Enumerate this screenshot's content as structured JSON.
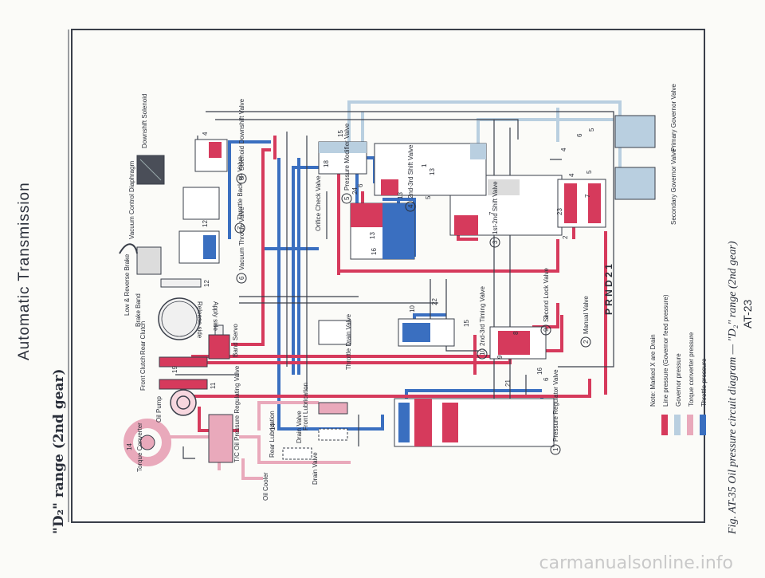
{
  "page": {
    "header_title": "Automatic Transmission",
    "section_title": "\"D₂\" range (2nd gear)",
    "fig_caption": "Fig. AT-35  Oil pressure circuit diagram — \"D₂\" range (2nd gear)",
    "page_number": "AT-23",
    "watermark": "carmanualsonline.info"
  },
  "colors": {
    "line_pressure": "#d63a5c",
    "governor_pressure": "#b9cfe0",
    "torque_converter_pressure": "#e9a9bb",
    "throttle_pressure": "#3a6fc0",
    "drain": "#3a3f4a",
    "frame": "#3a3f4a"
  },
  "components": {
    "torque_converter": "Torque Converter",
    "oil_pump": "Oil Pump",
    "front_clutch": "Front Clutch",
    "rear_clutch": "Rear Clutch",
    "brake_band": "Brake Band",
    "low_reverse_brake": "Low & Reverse Brake",
    "band_servo": "Band Servo",
    "apply_side": "Apply side",
    "release_side": "Release side",
    "vacuum_diaphragm": "Vacuum Control Diaphragm",
    "downshift_solenoid": "Downshift Solenoid",
    "tc_regulating_valve": "T/C Oil Pressure Regulating Valve",
    "rear_lubrication": "Rear Lubrication",
    "front_lubrication": "Front Lubrication",
    "drain_valve_1": "Drain Valve",
    "drain_valve_2": "Drain Valve",
    "oil_cooler": "Oil Cooler",
    "throttle_drain_valve": "Throttle Drain Valve",
    "orifice_check_valve": "Orifice Check Valve",
    "secondary_governor": "Secondary Governor Valve",
    "primary_governor": "Primary Governor Valve",
    "prnd21": "P R N D 2 1"
  },
  "valves": [
    {
      "num": "1",
      "name": "Pressure Regulator Valve"
    },
    {
      "num": "2",
      "name": "Manual Valve"
    },
    {
      "num": "3",
      "name": "1st-2nd Shift Valve"
    },
    {
      "num": "4",
      "name": "2nd-3rd Shift Valve"
    },
    {
      "num": "5",
      "name": "Pressure Modifier Valve"
    },
    {
      "num": "6",
      "name": "Vacuum Throttle Valve"
    },
    {
      "num": "7",
      "name": "Throttle Back up Valve"
    },
    {
      "num": "8",
      "name": "Solenoid Downshift Valve"
    },
    {
      "num": "9",
      "name": "Second Lock Valve"
    },
    {
      "num": "10",
      "name": "2nd-3rd Timing Valve"
    }
  ],
  "legend": {
    "note": "Note:  Marked X are Drain",
    "items": [
      {
        "label": "Line pressure (Governor feed pressure)",
        "color": "#d63a5c"
      },
      {
        "label": "Governor pressure",
        "color": "#b9cfe0"
      },
      {
        "label": "Torque converter pressure",
        "color": "#e9a9bb"
      },
      {
        "label": "Throttle pressure",
        "color": "#3a6fc0"
      }
    ]
  },
  "port_numbers": [
    "14",
    "14",
    "12",
    "21",
    "16",
    "6",
    "9",
    "8",
    "3",
    "22",
    "10",
    "15",
    "13",
    "16",
    "24",
    "7",
    "6",
    "15",
    "13",
    "18",
    "4",
    "12",
    "13",
    "1",
    "5",
    "4",
    "23",
    "2",
    "7",
    "5",
    "4",
    "5",
    "6",
    "19",
    "11"
  ]
}
